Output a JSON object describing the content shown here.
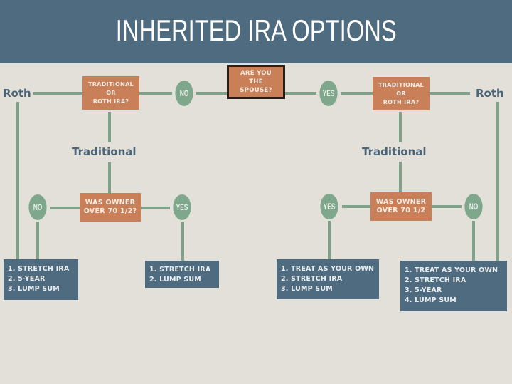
{
  "header": {
    "title": "INHERITED IRA OPTIONS"
  },
  "colors": {
    "header_bg": "#4f6b7f",
    "background": "#e2e0d9",
    "decision_box": "#c97f57",
    "answer_circle": "#7fa78b",
    "connector": "#7fa38a",
    "outcome_box": "#4f6b7f",
    "label_text": "#4c6477"
  },
  "root": {
    "lines": [
      "ARE YOU",
      "THE",
      "SPOUSE?"
    ]
  },
  "left": {
    "answer": "NO",
    "ira_type_question": {
      "lines": [
        "TRADITIONAL",
        "OR",
        "ROTH IRA?"
      ]
    },
    "roth_label": "Roth",
    "traditional_label": "Traditional",
    "owner_question": {
      "lines": [
        "WAS OWNER",
        "OVER 70 1/2?"
      ]
    },
    "owner_no": "NO",
    "owner_yes": "YES",
    "outcome_no_roth": [
      "1. STRETCH IRA",
      "2. 5-YEAR",
      "3. LUMP SUM"
    ],
    "outcome_yes": [
      "1. STRETCH IRA",
      "2. LUMP SUM"
    ]
  },
  "right": {
    "answer": "YES",
    "ira_type_question": {
      "lines": [
        "TRADITIONAL",
        "OR",
        "ROTH IRA?"
      ]
    },
    "roth_label": "Roth",
    "traditional_label": "Traditional",
    "owner_question": {
      "lines": [
        "WAS OWNER",
        "OVER 70 1/2"
      ]
    },
    "owner_yes": "YES",
    "owner_no": "NO",
    "outcome_yes": [
      "1. TREAT AS YOUR OWN",
      "2. STRETCH IRA",
      "3. LUMP SUM"
    ],
    "outcome_no_roth": [
      "1. TREAT AS YOUR OWN",
      "2. STRETCH IRA",
      "3. 5-YEAR",
      "4. LUMP SUM"
    ]
  }
}
